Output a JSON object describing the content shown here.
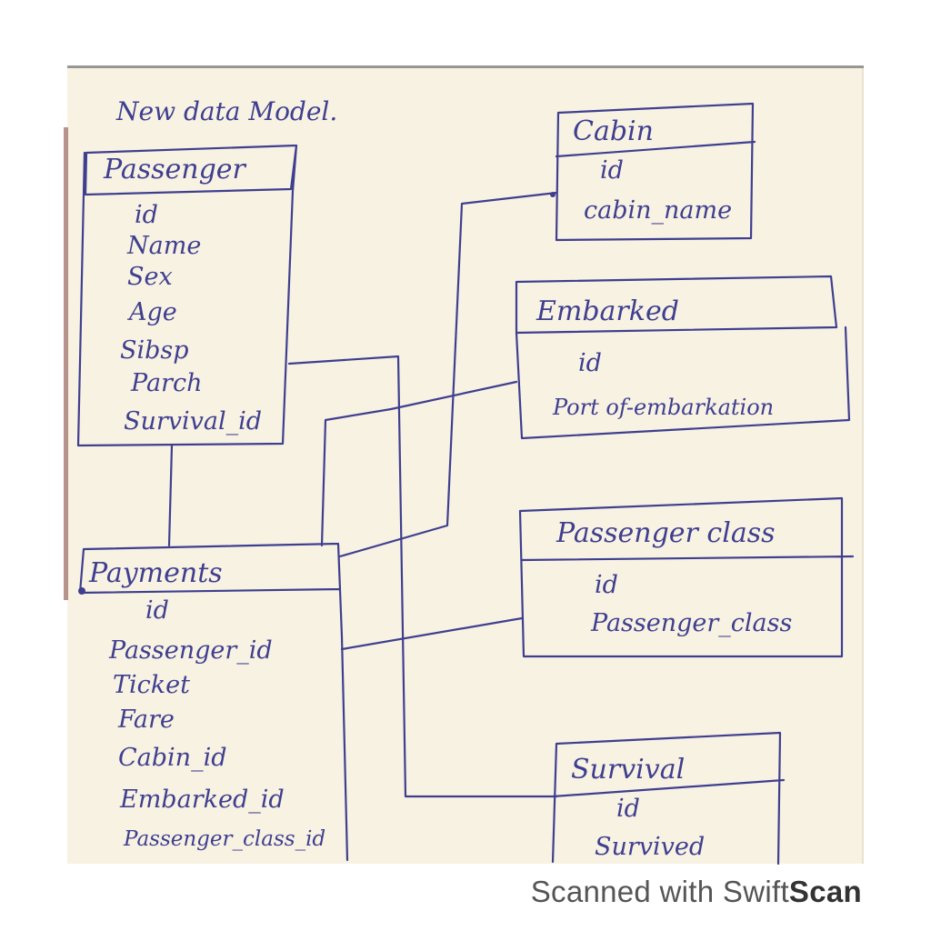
{
  "heading": "New data Model.",
  "entities": {
    "passenger": {
      "title": "Passenger",
      "fields": [
        "id",
        "Name",
        "Sex",
        "Age",
        "Sibsp",
        "Parch",
        "Survival_id"
      ]
    },
    "payments": {
      "title": "Payments",
      "fields": [
        "id",
        "Passenger_id",
        "Ticket",
        "Fare",
        "Cabin_id",
        "Embarked_id",
        "Passenger_class_id"
      ]
    },
    "cabin": {
      "title": "Cabin",
      "fields": [
        "id",
        "cabin_name"
      ]
    },
    "embarked": {
      "title": "Embarked",
      "fields": [
        "id",
        "Port of-embarkation"
      ]
    },
    "passenger_class": {
      "title": "Passenger class",
      "fields": [
        "id",
        "Passenger_class"
      ]
    },
    "survival": {
      "title": "Survival",
      "fields": [
        "id",
        "Survived"
      ]
    }
  },
  "footer": {
    "prefix": "Scanned with Swift",
    "brand": "Scan"
  }
}
